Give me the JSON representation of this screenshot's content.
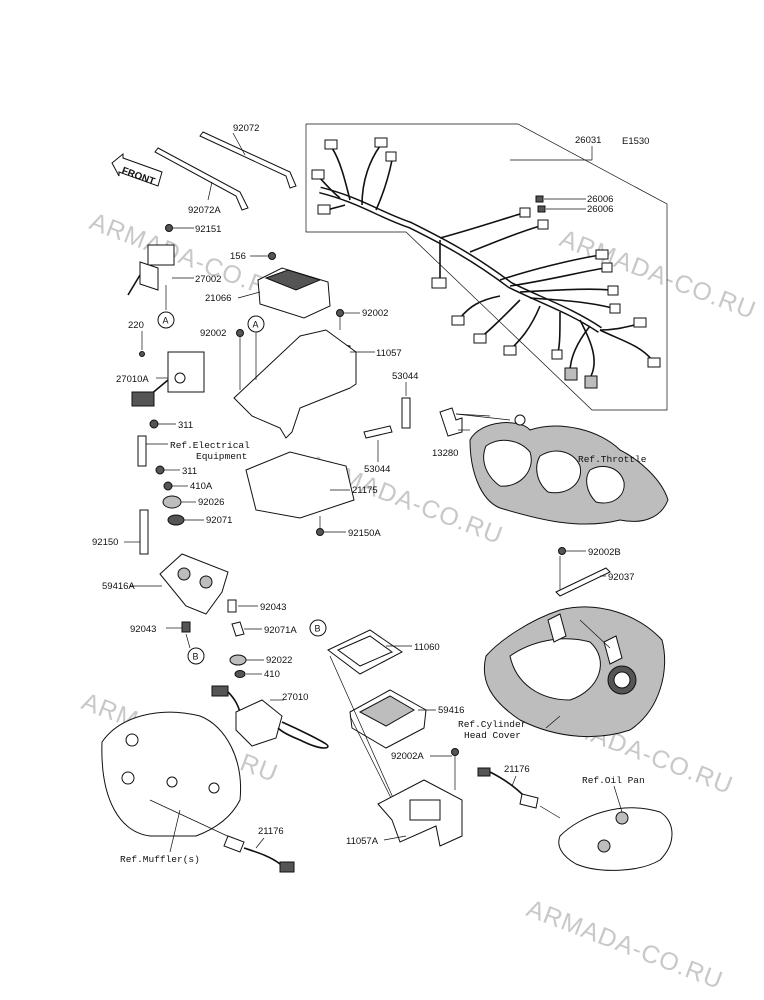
{
  "diagram_code": "E1530",
  "front_label": "FRONT",
  "watermark": "ARMADA-CO.RU",
  "parts": {
    "p92072": "92072",
    "p92072A": "92072A",
    "p26031": "26031",
    "p26006a": "26006",
    "p26006b": "26006",
    "p92151": "92151",
    "p27002": "27002",
    "p156": "156",
    "p21066": "21066",
    "p92002": "92002",
    "p92002b": "92002",
    "p11057": "11057",
    "p220": "220",
    "p27010A": "27010A",
    "p53044a": "53044",
    "p53044b": "53044",
    "p13280": "13280",
    "p311a": "311",
    "p311b": "311",
    "p410A": "410A",
    "p92026": "92026",
    "p92071": "92071",
    "p21175": "21175",
    "p92150A": "92150A",
    "p92150": "92150",
    "p59416A": "59416A",
    "p92043a": "92043",
    "p92043b": "92043",
    "p92071A": "92071A",
    "p92022": "92022",
    "p410": "410",
    "p27010": "27010",
    "p11060": "11060",
    "p59416": "59416",
    "p92002B": "92002B",
    "p92037": "92037",
    "p92002A": "92002A",
    "p21176a": "21176",
    "p21176b": "21176",
    "p11057A": "11057A"
  },
  "references": {
    "electrical_1": "Ref.Electrical",
    "electrical_2": "Equipment",
    "throttle": "Ref.Throttle",
    "cylinder_1": "Ref.Cylinder",
    "cylinder_2": "Head Cover",
    "oil_pan": "Ref.Oil Pan",
    "muffler": "Ref.Muffler(s)"
  },
  "callouts": {
    "a1": "A",
    "a2": "A",
    "b1": "B",
    "b2": "B"
  }
}
